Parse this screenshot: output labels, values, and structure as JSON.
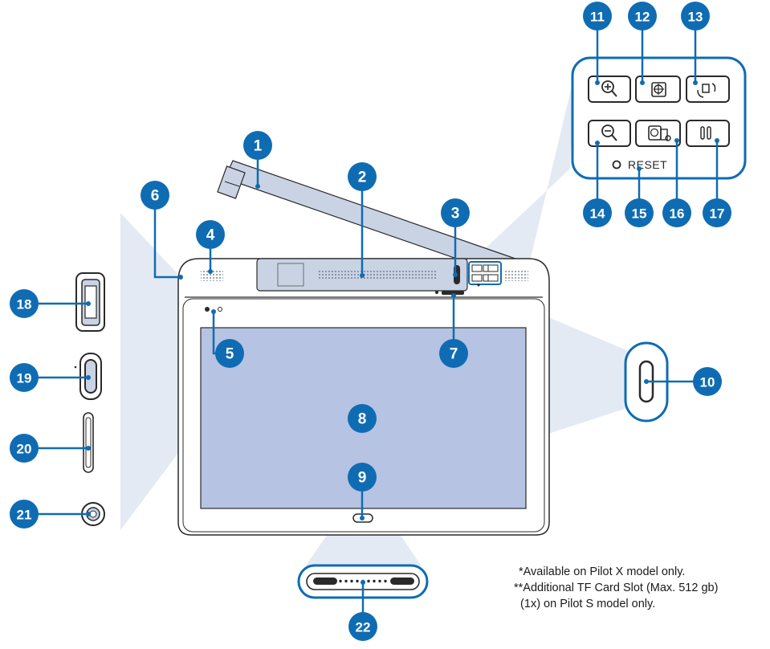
{
  "colors": {
    "callout": "#0f6cb3",
    "callout_text": "#ffffff",
    "outline": "#2a2a2a",
    "panel": "#c9d3e4",
    "screen": "#b6c3e2",
    "beam": "#dfe6f2",
    "zoom_border": "#0f6cb3"
  },
  "callouts": [
    {
      "id": "1",
      "label": "1"
    },
    {
      "id": "2",
      "label": "2"
    },
    {
      "id": "3",
      "label": "3"
    },
    {
      "id": "4",
      "label": "4"
    },
    {
      "id": "5",
      "label": "5"
    },
    {
      "id": "6",
      "label": "6"
    },
    {
      "id": "7",
      "label": "7"
    },
    {
      "id": "8",
      "label": "8"
    },
    {
      "id": "9",
      "label": "9"
    },
    {
      "id": "10",
      "label": "10"
    },
    {
      "id": "11",
      "label": "11"
    },
    {
      "id": "12",
      "label": "12"
    },
    {
      "id": "13",
      "label": "13"
    },
    {
      "id": "14",
      "label": "14"
    },
    {
      "id": "15",
      "label": "15"
    },
    {
      "id": "16",
      "label": "16"
    },
    {
      "id": "17",
      "label": "17"
    },
    {
      "id": "18",
      "label": "18"
    },
    {
      "id": "19",
      "label": "19"
    },
    {
      "id": "20",
      "label": "20"
    },
    {
      "id": "21",
      "label": "21"
    },
    {
      "id": "22",
      "label": "22"
    }
  ],
  "buttons": {
    "zoom_in_icon": "zoom-in-icon",
    "target_icon": "crosshair-icon",
    "rotate_icon": "rotate-icon",
    "zoom_out_icon": "zoom-out-icon",
    "camera_lock_icon": "crosshair-camera-icon",
    "pause_icon": "pause-icon",
    "reset_label": "RESET"
  },
  "notes": {
    "line1": "*Available on Pilot X model only.",
    "line2": "**Additional TF Card Slot (Max. 512 gb)",
    "line3": "  (1x) on Pilot S model only."
  }
}
